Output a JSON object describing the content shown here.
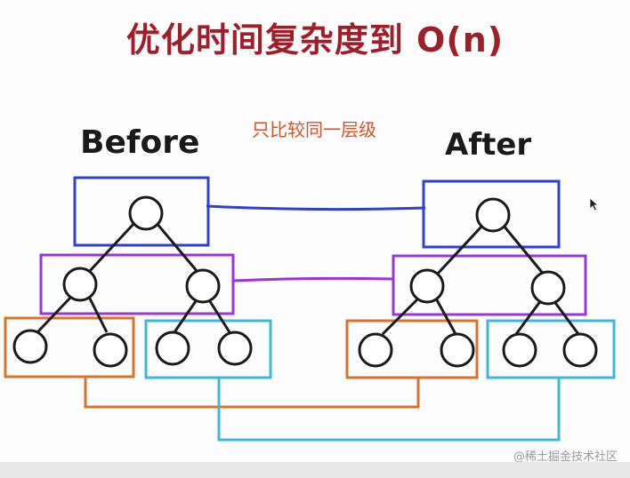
{
  "title": "优化时间复杂度到 O(n)",
  "before_label": "Before",
  "after_label": "After",
  "center_note": "只比较同一层级",
  "watermark": "@稀土掘金技术社区",
  "colors": {
    "title": "#9e1f2a",
    "level1": "#2f3fd0",
    "level2": "#9a36d6",
    "level3_left": "#d9722a",
    "level3_right": "#3fb6e0",
    "note": "#d2542a"
  }
}
